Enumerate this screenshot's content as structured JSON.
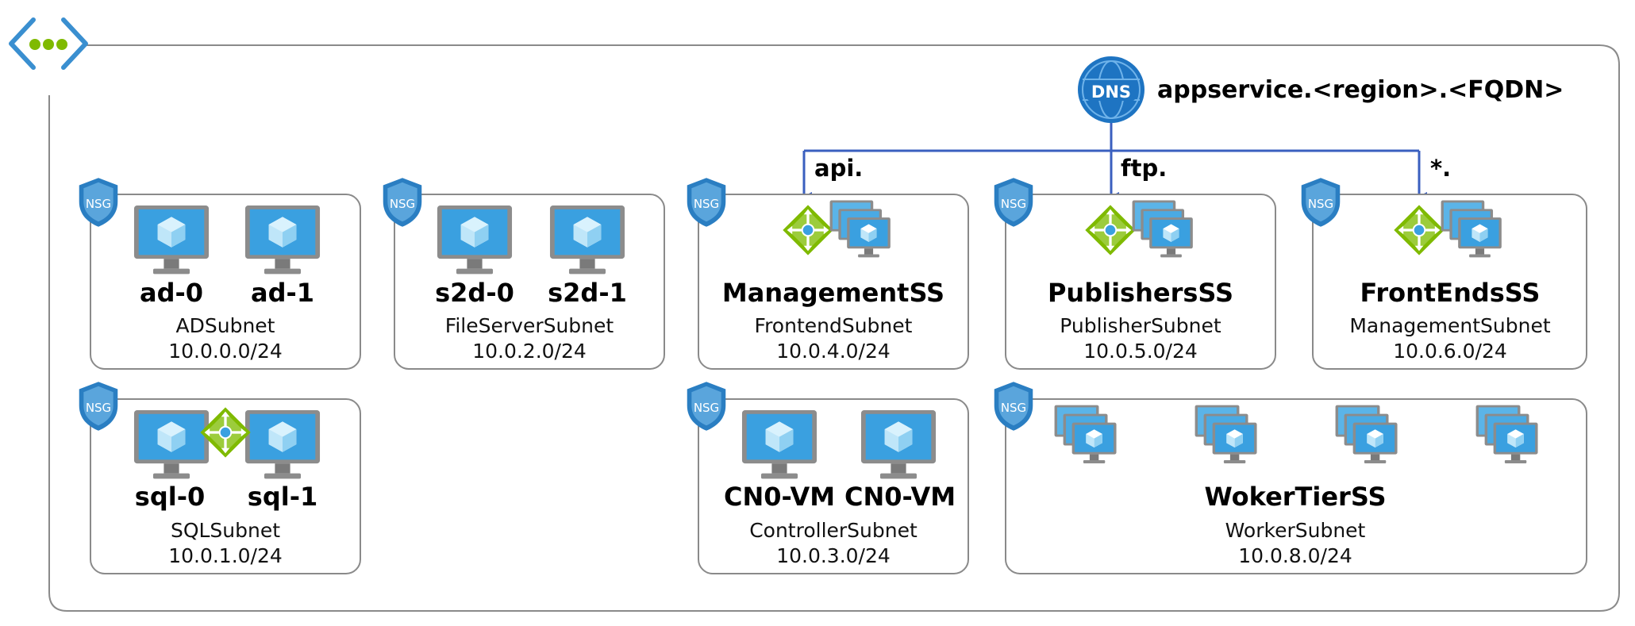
{
  "dns": {
    "badge": "DNS",
    "name": "appservice.<region>.<FQDN>",
    "routes": [
      "api.",
      "ftp.",
      "*."
    ]
  },
  "nsg_label": "NSG",
  "subnets": {
    "ad": {
      "vm1": "ad-0",
      "vm2": "ad-1",
      "name": "ADSubnet",
      "cidr": "10.0.0.0/24"
    },
    "fileserver": {
      "vm1": "s2d-0",
      "vm2": "s2d-1",
      "name": "FileServerSubnet",
      "cidr": "10.0.2.0/24"
    },
    "frontend": {
      "scaleset": "ManagementSS",
      "name": "FrontendSubnet",
      "cidr": "10.0.4.0/24"
    },
    "publisher": {
      "scaleset": "PublishersSS",
      "name": "PublisherSubnet",
      "cidr": "10.0.5.0/24"
    },
    "management": {
      "scaleset": "FrontEndsSS",
      "name": "ManagementSubnet",
      "cidr": "10.0.6.0/24"
    },
    "sql": {
      "vm1": "sql-0",
      "vm2": "sql-1",
      "name": "SQLSubnet",
      "cidr": "10.0.1.0/24"
    },
    "controller": {
      "vm1": "CN0-VM",
      "vm2": "CN0-VM",
      "name": "ControllerSubnet",
      "cidr": "10.0.3.0/24"
    },
    "worker": {
      "scaleset": "WokerTierSS",
      "name": "WorkerSubnet",
      "cidr": "10.0.8.0/24"
    }
  },
  "colors": {
    "vnet_icon": "#3a8fd0",
    "dots": "#7fba00",
    "monitor_screen": "#3aa0e0",
    "monitor_frame": "#8c8c8c",
    "cube": "#b9e4f8",
    "lb": "#7fba00",
    "dns": "#1e74c2",
    "nsg": "#2a7ec2",
    "arrow": "#3a5fbf"
  },
  "icons": {
    "vnet": "virtual-network-icon",
    "vm": "virtual-machine-icon",
    "scaleset": "vm-scale-set-icon",
    "lb": "load-balancer-icon",
    "dns": "dns-icon",
    "nsg": "nsg-shield-icon"
  }
}
